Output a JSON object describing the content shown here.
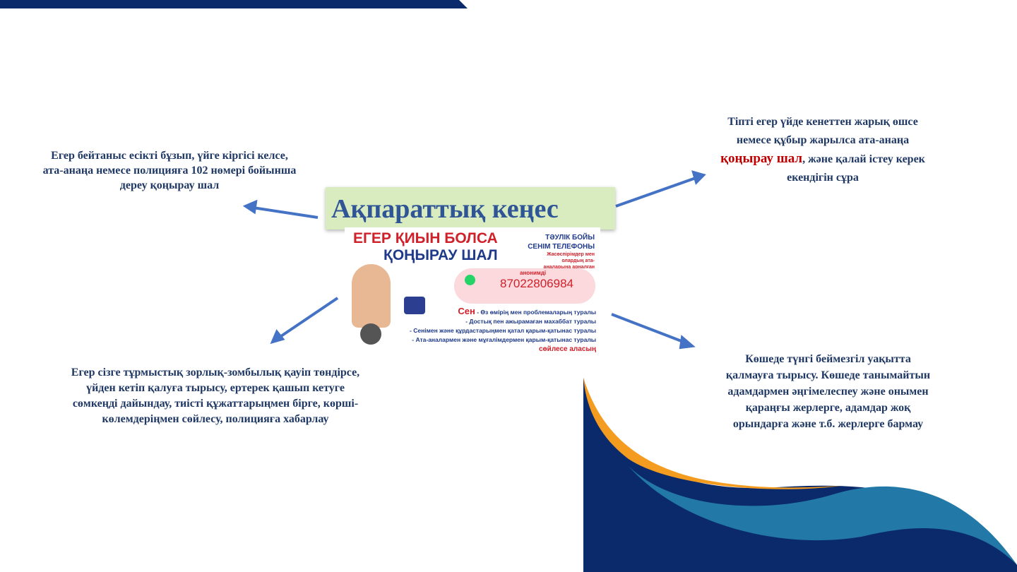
{
  "colors": {
    "navy": "#0b2a6b",
    "orange": "#f39c1f",
    "teal": "#2279a8",
    "text": "#1f3864",
    "accent_red": "#c00000"
  },
  "title": "Ақпараттық кеңес",
  "left_top": "Егер бейтаныс есікті бұзып, үйге кіргісі келсе, ата-анаңа немесе полицияға 102 нөмері бойынша дереу қоңырау шал",
  "right_top": {
    "part1": "Тіпті егер үйде кенеттен жарық өшсе немесе құбыр жарылса ата-анаңа ",
    "highlight": "қоңырау шал",
    "part2": ",  және қалай істеу керек екендігін сұра"
  },
  "left_bottom": "Егер сізге тұрмыстық зорлық-зомбылық қауіп төндірсе, үйден кетіп қалуға тырысу, ертерек  қашып кетуге сөмкеңді дайындау, тиісті құжаттарыңмен бірге, көрші-көлемдеріңмен сөйлесу, полицияға хабарлау",
  "right_bottom": "Көшеде түнгі беймезгіл уақытта қалмауға тырысу. Көшеде танымайтын адамдармен әңгімелеспеу және онымен қараңғы жерлерге, адамдар жоқ орындарға және т.б. жерлерге бармау",
  "poster": {
    "headline1": "ЕГЕР ҚИЫН БОЛСА",
    "headline2": "ҚОҢЫРАУ ШАЛ",
    "side1": "ТӘУЛІК БОЙЫ",
    "side2": "СЕНІМ ТЕЛЕФОНЫ",
    "side3": "Жасөспірімдер мен олардың ата-аналарына арналған",
    "cloud_label": "анонимді",
    "phone": "87022806984",
    "sen": "Сен",
    "lines": [
      "- Өз өмірің мен проблемаларың туралы",
      "- Достық пен ажырамаған махаббат туралы",
      "- Сенімен және құрдастарыңмен қатал қарым-қатынас туралы",
      "- Ата-аналармен және мұғалімдермен қарым-қатынас туралы"
    ],
    "footer": "сөйлесе аласың"
  }
}
